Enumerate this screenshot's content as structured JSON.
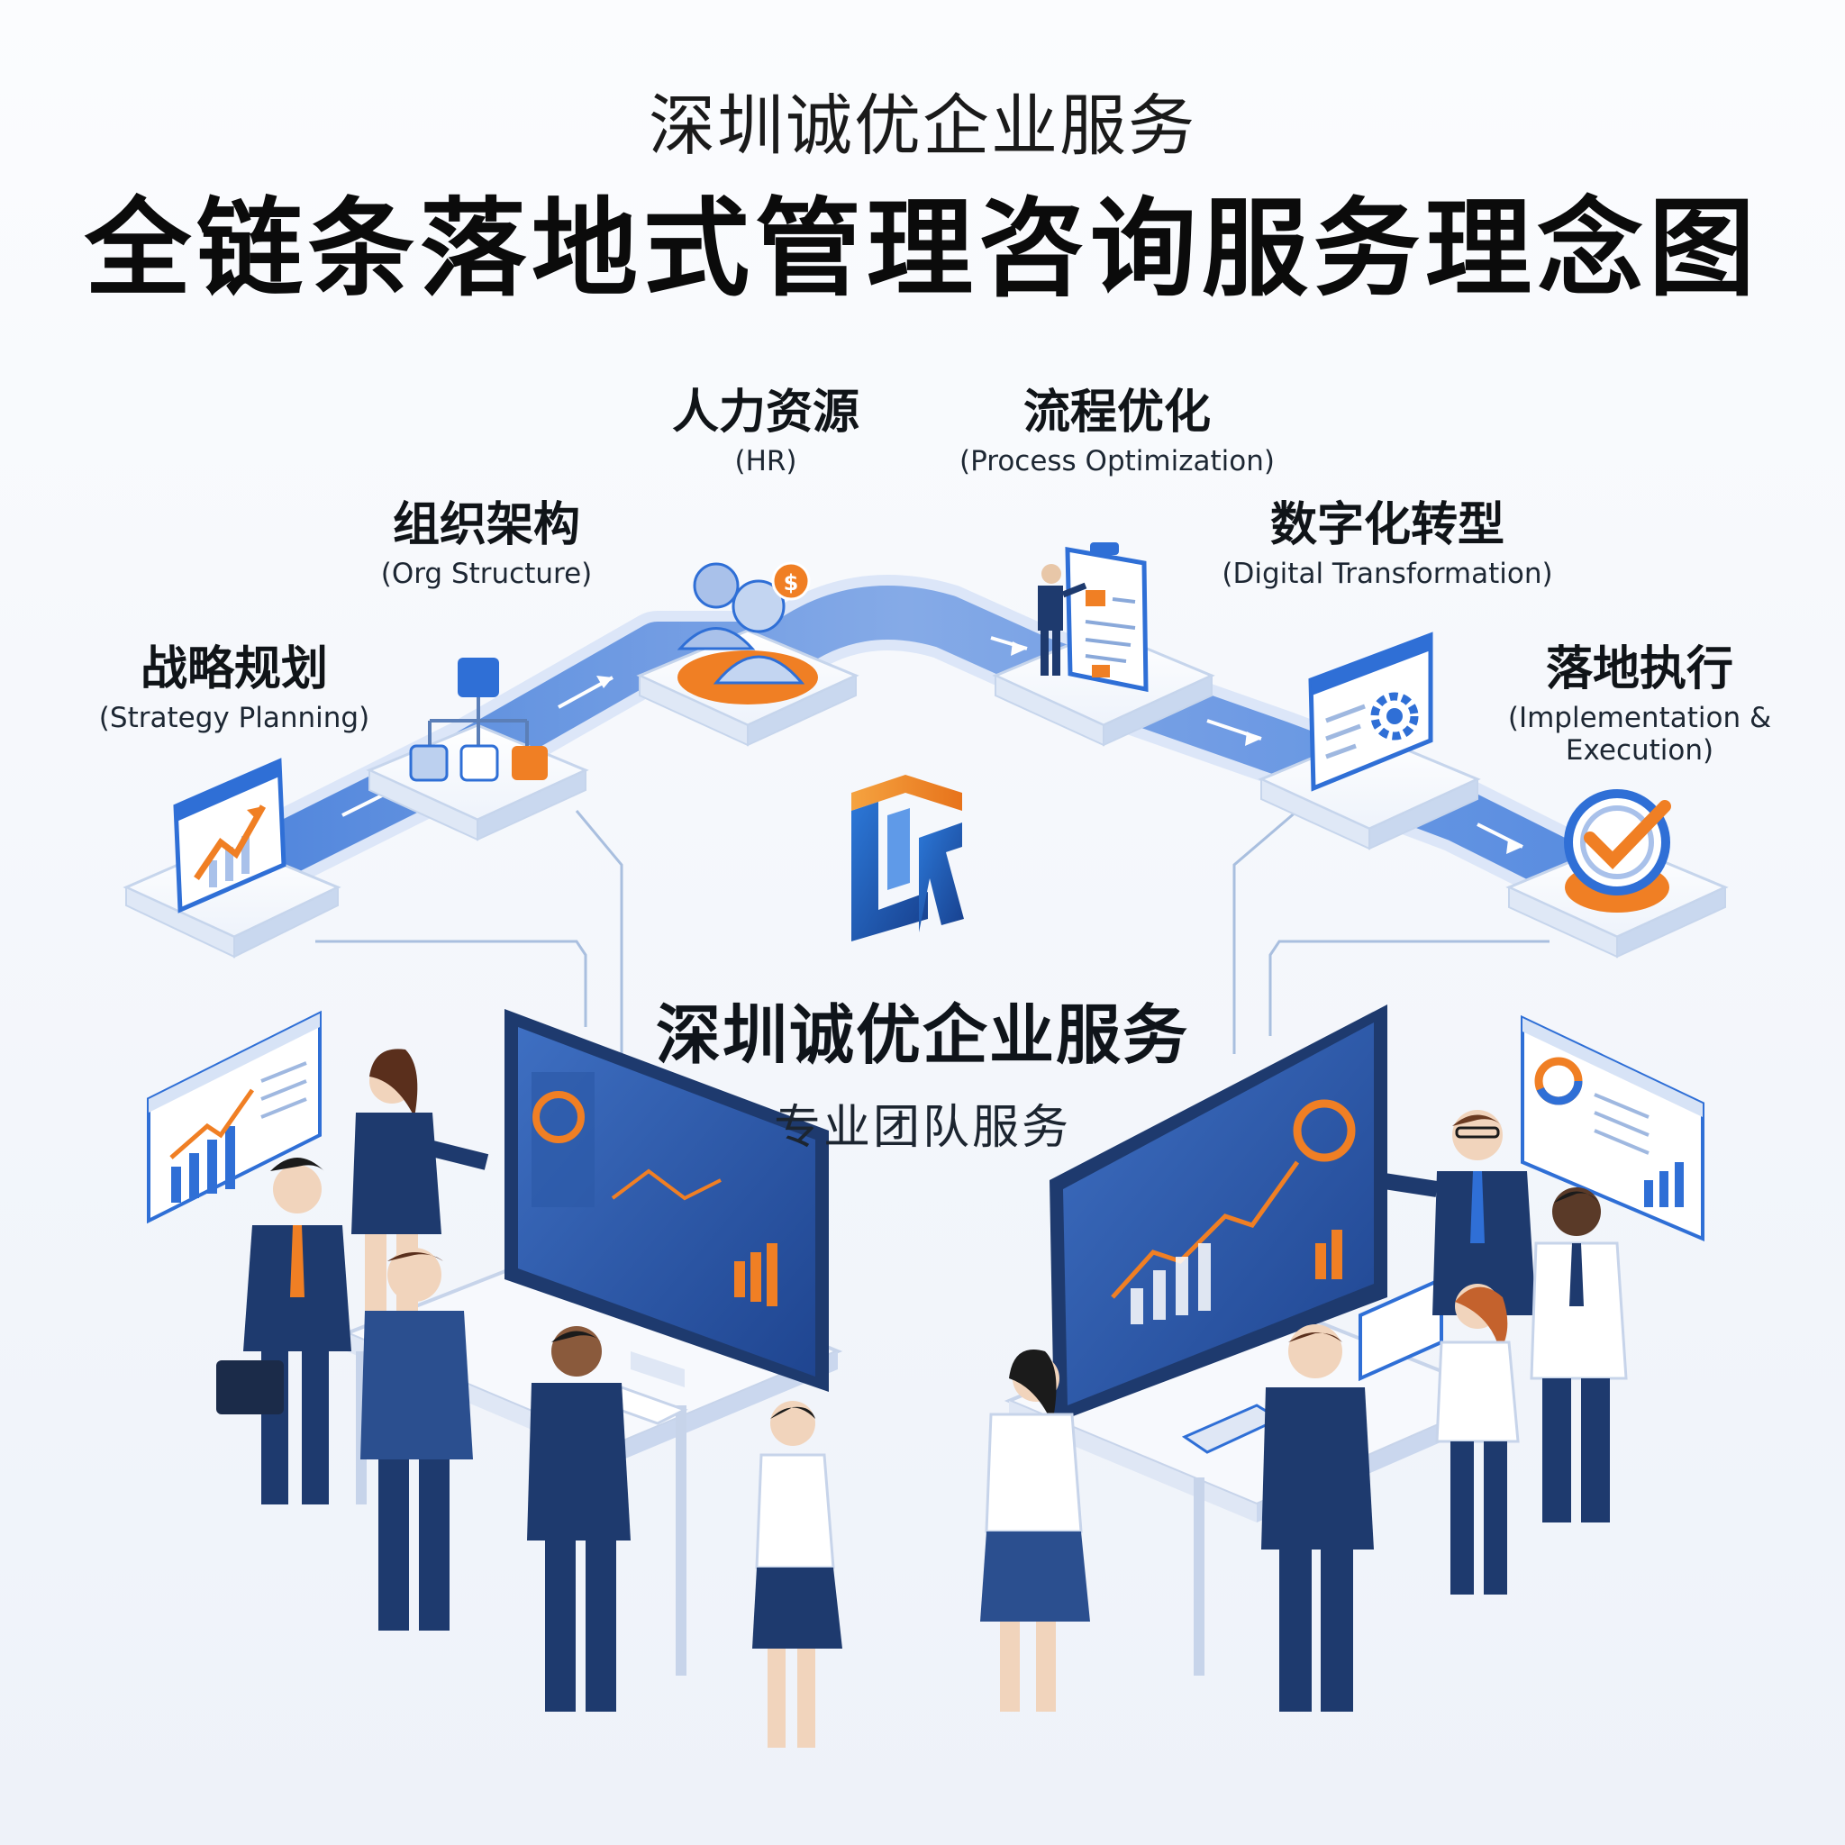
{
  "header": {
    "subtitle": "深圳诚优企业服务",
    "title": "全链条落地式管理咨询服务理念图"
  },
  "stages": [
    {
      "zh": "战略规划",
      "en": "(Strategy Planning)"
    },
    {
      "zh": "组织架构",
      "en": "(Org Structure)"
    },
    {
      "zh": "人力资源",
      "en": "(HR)"
    },
    {
      "zh": "流程优化",
      "en": "(Process Optimization)"
    },
    {
      "zh": "数字化转型",
      "en": "(Digital Transformation)"
    },
    {
      "zh": "落地执行",
      "en": "(Implementation &\nExecution)"
    }
  ],
  "brand": {
    "name": "深圳诚优企业服务",
    "tagline": "专业团队服务"
  },
  "colors": {
    "primary_blue": "#2f6fd6",
    "navy": "#1e3a6e",
    "accent_orange": "#f07f24",
    "platform": "#f5f8fd"
  }
}
